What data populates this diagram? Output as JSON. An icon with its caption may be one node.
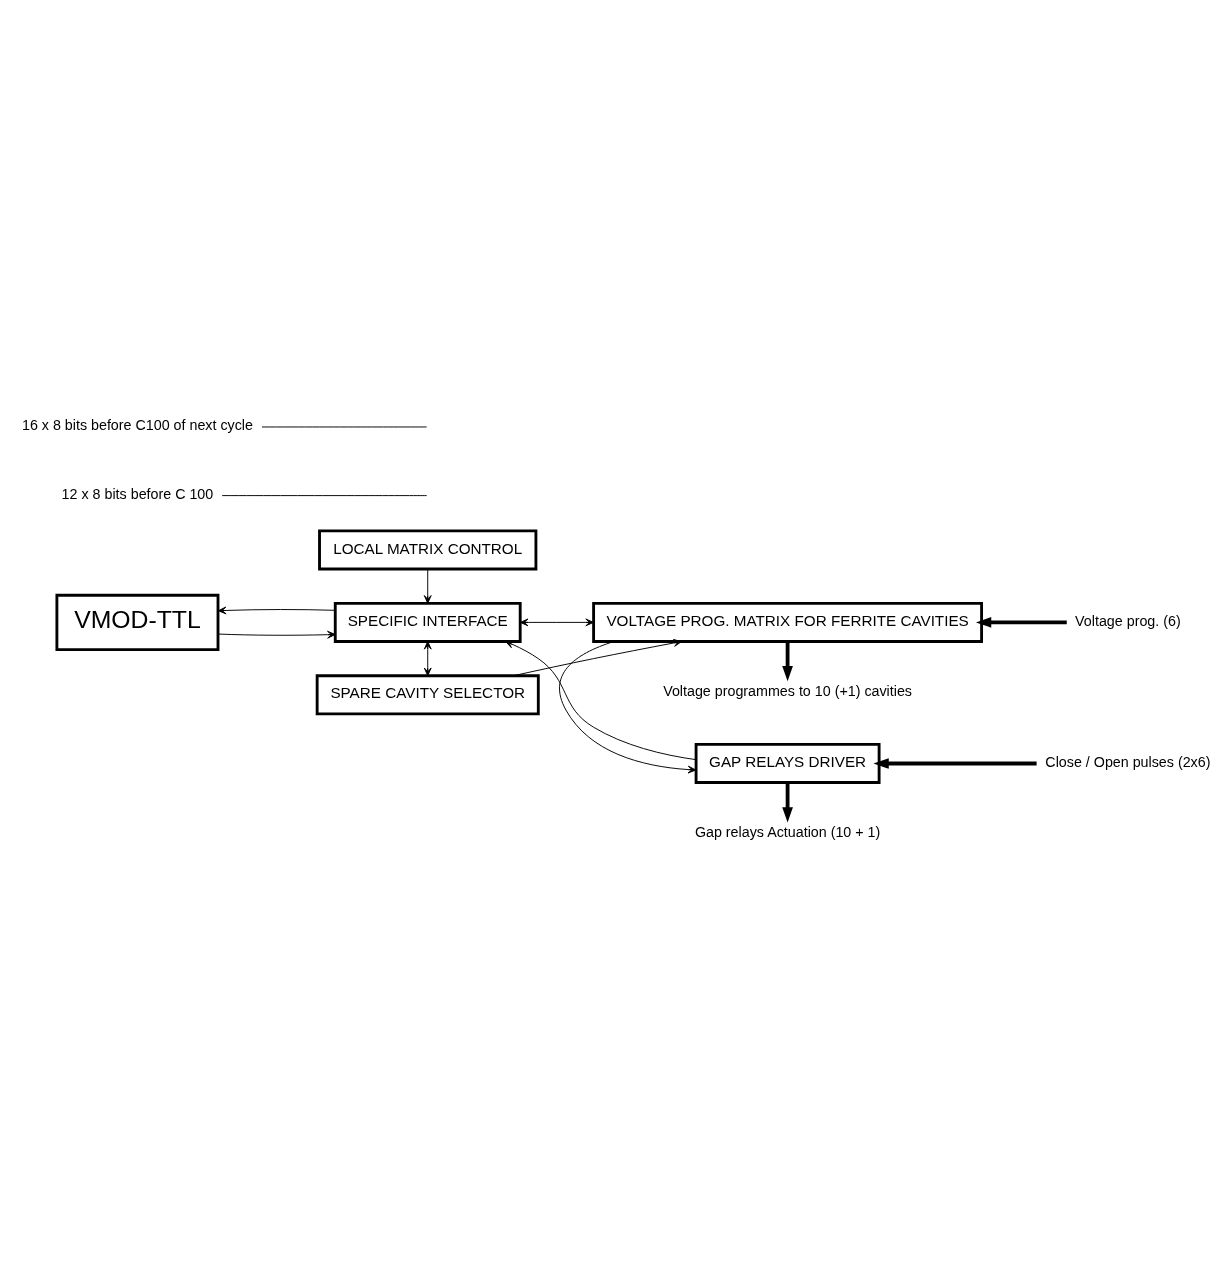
{
  "diagram": {
    "nodes": [
      {
        "text": [
          "SPARE CAVITY SELECTOR"
        ]
      },
      {
        "text": [
          "LOCAL MATRIX CONTROL"
        ]
      },
      {
        "text": [
          "Voltage programmes to 10 (+1) cavities"
        ]
      },
      {
        "text": [
          "12 x 8 bits before C 100"
        ]
      },
      {
        "text": [
          "Voltage prog. (6)"
        ]
      },
      {
        "text": [
          "VMOD-TTL"
        ]
      },
      {
        "text": [
          "SPECIFIC INTERFACE"
        ]
      },
      {
        "text": [
          "VOLTAGE PROG. MATRIX FOR FERRITE CAVITIES"
        ]
      },
      {
        "text": [
          "16 x 8 bits before C100 of next cycle"
        ]
      },
      {
        "text": [
          "Close / Open pulses (2x6)"
        ]
      },
      {
        "text": [
          "GAP RELAYS DRIVER"
        ]
      },
      {
        "text": [
          "Gap relays Actuation (10 + 1)"
        ]
      }
    ],
    "edges": [
      {
        "from": 5,
        "to": 6,
        "arrow": "to"
      },
      {
        "from": 6,
        "to": 5,
        "arrow": "to"
      },
      {
        "from": 6,
        "to": 0,
        "arrow": "both"
      },
      {
        "from": 1,
        "to": 6,
        "arrow": "to"
      },
      {
        "from": 0,
        "to": 7,
        "arrow": "to"
      },
      {
        "from": 6,
        "to": 7,
        "arrow": "both"
      },
      {
        "from": 7,
        "to": 10,
        "arrow": "to"
      },
      {
        "from": 10,
        "to": 6,
        "arrow": "to"
      },
      {
        "from": 7,
        "to": 2,
        "arrow": "to",
        "style": "thick"
      },
      {
        "from": 4,
        "to": 7,
        "arrow": "to",
        "style": "thick"
      },
      {
        "from": 9,
        "to": 10,
        "arrow": "to",
        "style": "thick"
      },
      {
        "from": 10,
        "to": 11,
        "arrow": "to",
        "style": "thick"
      },
      {
        "from": 3,
        "to": null,
        "arrow": "none"
      },
      {
        "from": 8,
        "to": null,
        "arrow": "none"
      }
    ]
  }
}
